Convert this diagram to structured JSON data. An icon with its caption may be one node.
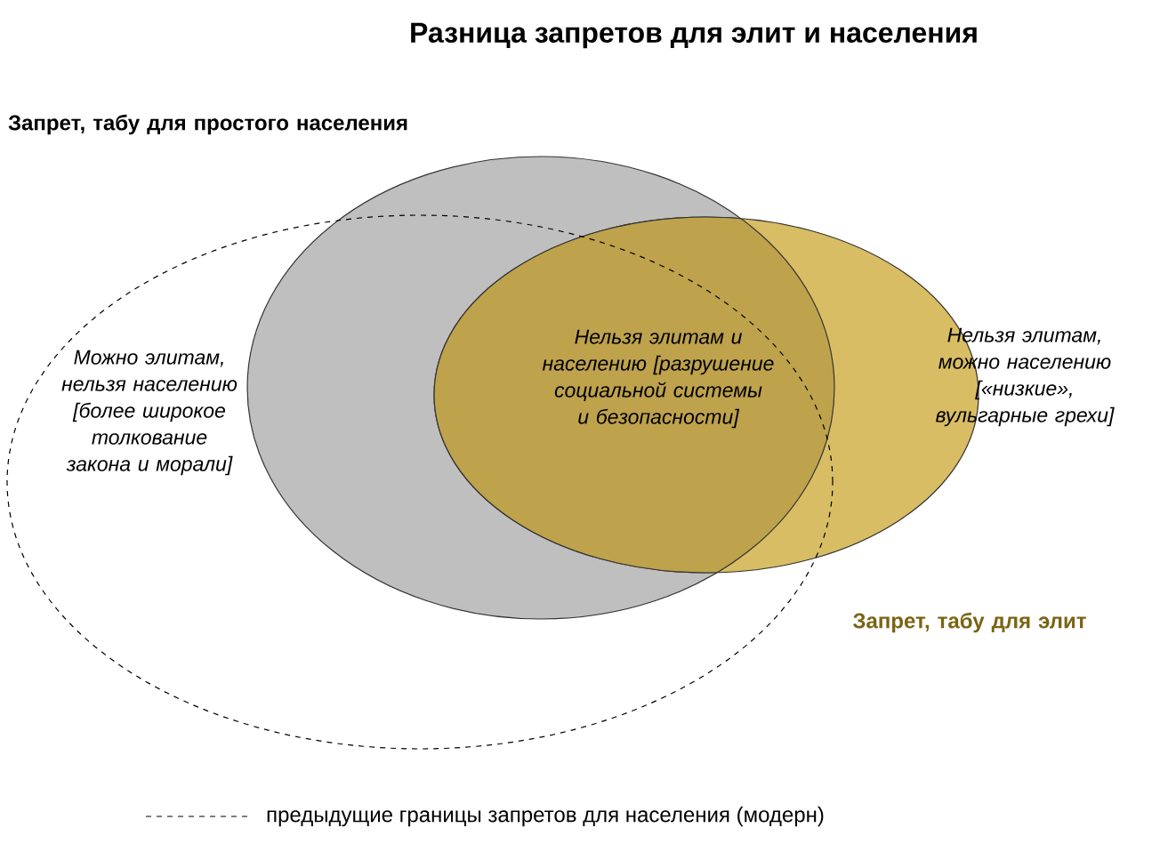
{
  "diagram": {
    "title": "Разница запретов для элит и населения",
    "nodes": [
      {
        "text": [
          "Запрет, табу для простого населения"
        ]
      },
      {
        "text": [
          "Запрет, табу для элит"
        ]
      },
      {
        "text": [],
        "shape": "ellipse"
      }
    ],
    "labels": [
      "Можно элитам, нельзя населению [более широкое толкование закона и морали]",
      "Нельзя элитам и населению [разрушение социальной системы и безопасности]",
      "Нельзя элитам, можно населению [«низкие», вульгарные грехи]"
    ],
    "legend": [
      {
        "text": "предыдущие границы запретов для населения (модерн)"
      }
    ]
  }
}
